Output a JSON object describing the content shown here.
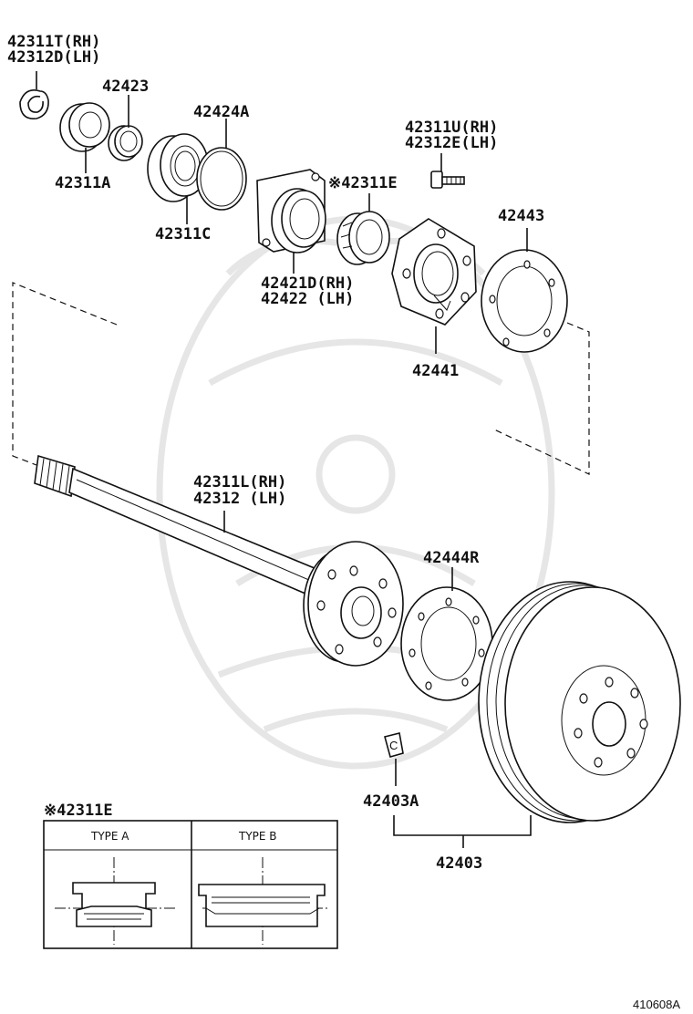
{
  "parts": {
    "snap_ring": [
      "42311T(RH)",
      "42312D(LH)"
    ],
    "retainer": "42423",
    "bearing_outer": "42311A",
    "bearing": "42311C",
    "o_ring": "42424A",
    "bolt": [
      "42311U(RH)",
      "42312E(LH)"
    ],
    "oil_seal": "※42311E",
    "case": [
      "42421D(RH)",
      "42422  (LH)"
    ],
    "gasket_plate": "42443",
    "backing_plate": "42441",
    "axle_shaft": [
      "42311L(RH)",
      "42312  (LH)"
    ],
    "gasket": "42444R",
    "drum": "42403",
    "plug": "42403A"
  },
  "inset": {
    "title": "※42311E",
    "type_a": "TYPE  A",
    "type_b": "TYPE  B"
  },
  "reference": "410608A"
}
